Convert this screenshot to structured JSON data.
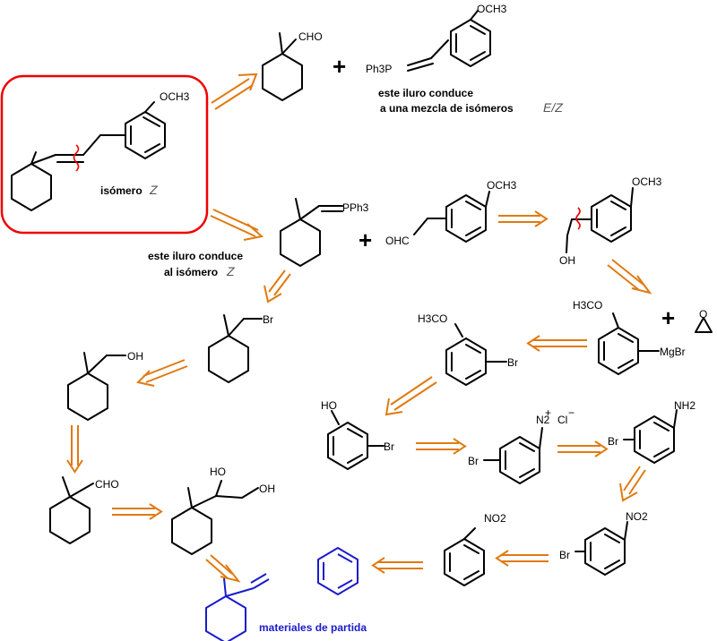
{
  "labels": {
    "cho": "CHO",
    "och3": "OCH3",
    "ph3p": "Ph3P",
    "pph3": "PPh3",
    "ohc": "OHC",
    "oh": "OH",
    "ho": "HO",
    "br": "Br",
    "mgbr": "MgBr",
    "h3co": "H3CO",
    "nh2": "NH2",
    "no2": "NO2",
    "n2": "N2",
    "cl": "Cl",
    "o": "O",
    "plus": "+"
  },
  "notes": {
    "ylide_ez_line1": "este iluro conduce",
    "ylide_ez_line2": "a una mezcla de isómeros",
    "ez": "E/Z",
    "target": "isómero",
    "z": "Z",
    "ylide_z_line1": "este iluro conduce",
    "ylide_z_line2": "al isómero",
    "starting": "materiales de partida"
  },
  "colors": {
    "arrow": "#e07a10",
    "highlight_box": "#e00000",
    "starting_materials": "#1a1acc"
  }
}
